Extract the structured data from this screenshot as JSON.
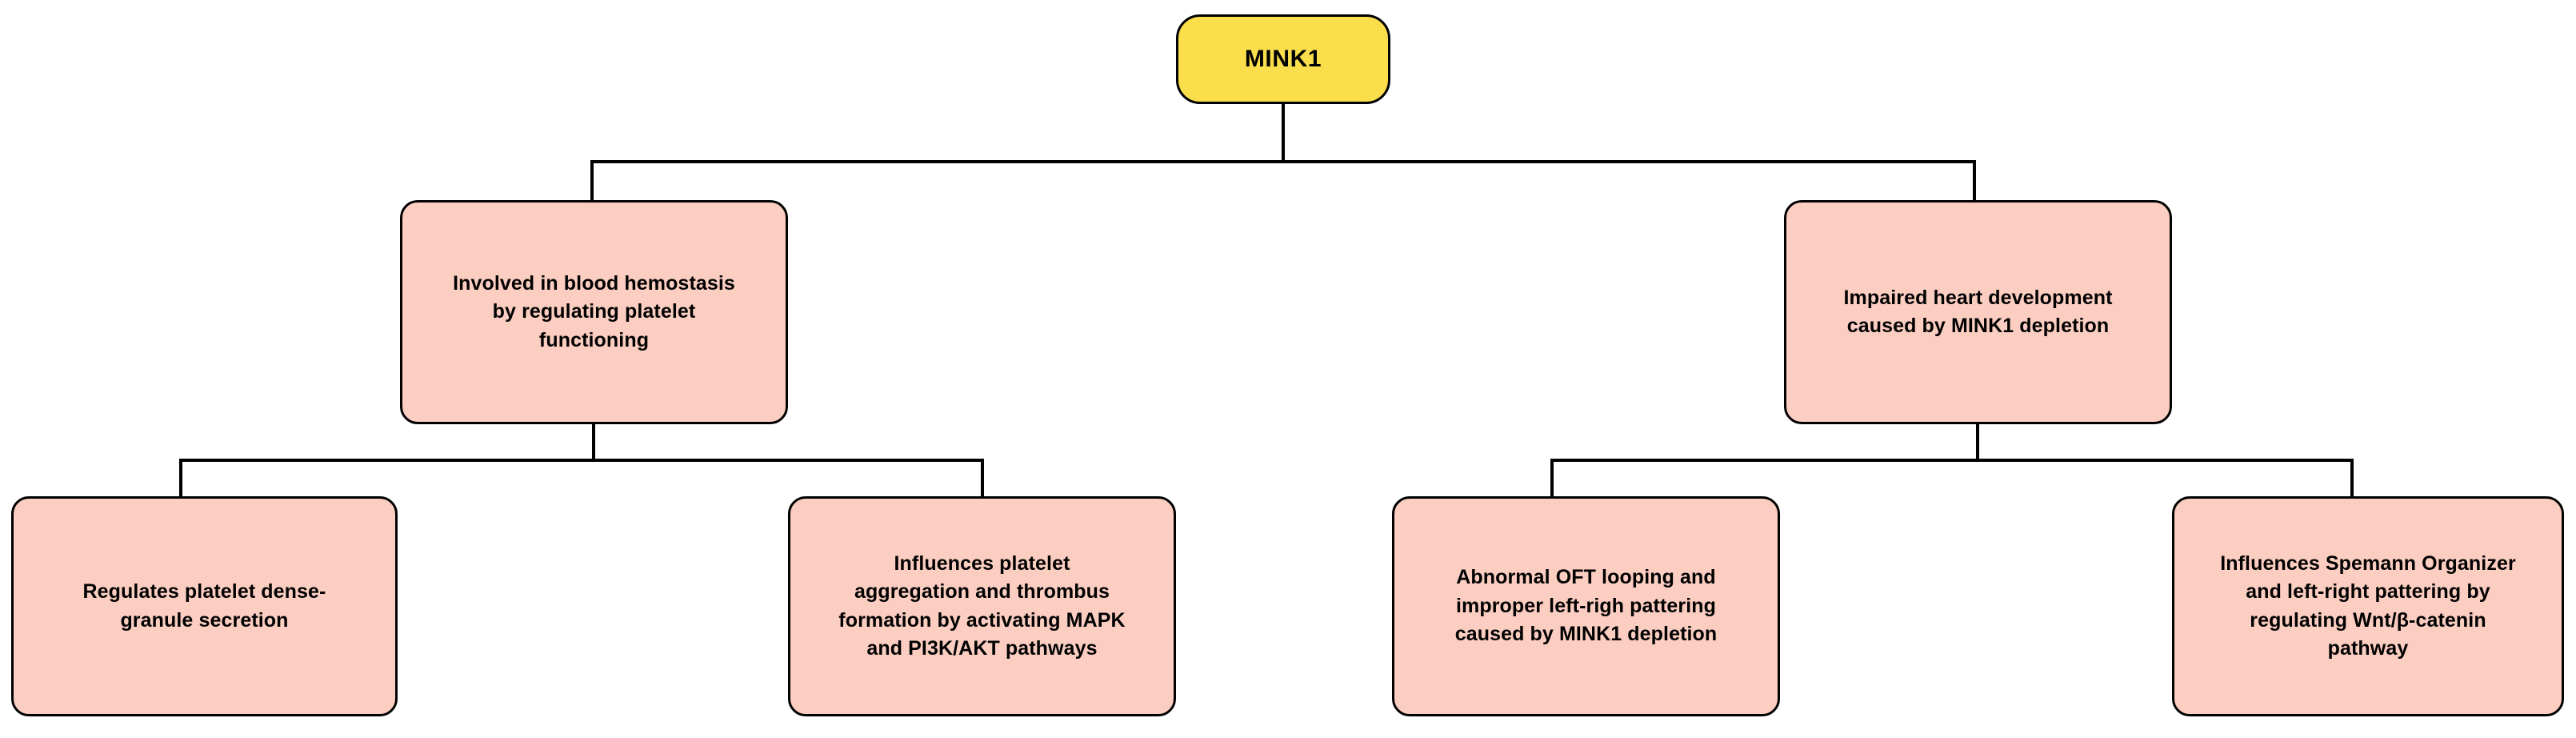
{
  "diagram": {
    "type": "tree",
    "orientation": "top-down",
    "title": "MINK1 functional roles tree",
    "colors": {
      "root_fill": "#FADE4B",
      "node_fill": "#FCCEC2",
      "stroke": "#000000",
      "text": "#000000",
      "background": "#FFFFFF"
    },
    "root": {
      "id": "mink1",
      "label": "MINK1"
    },
    "branches": [
      {
        "id": "hemostasis",
        "label": "Involved in blood hemostasis\nby regulating platelet\nfunctioning",
        "children": [
          {
            "id": "dense-granule",
            "label": "Regulates platelet dense-\ngranule secretion"
          },
          {
            "id": "aggregation",
            "label": "Influences platelet\naggregation and thrombus\nformation by activating MAPK\nand PI3K/AKT pathways"
          }
        ]
      },
      {
        "id": "heart-development",
        "label": "Impaired heart development\ncaused by MINK1 depletion",
        "children": [
          {
            "id": "oft-looping",
            "label": "Abnormal OFT looping and\nimproper left-righ pattering\ncaused by MINK1 depletion"
          },
          {
            "id": "spemann",
            "label": "Influences Spemann Organizer\nand left-right pattering by\nregulating Wnt/β-catenin\npathway"
          }
        ]
      }
    ]
  }
}
